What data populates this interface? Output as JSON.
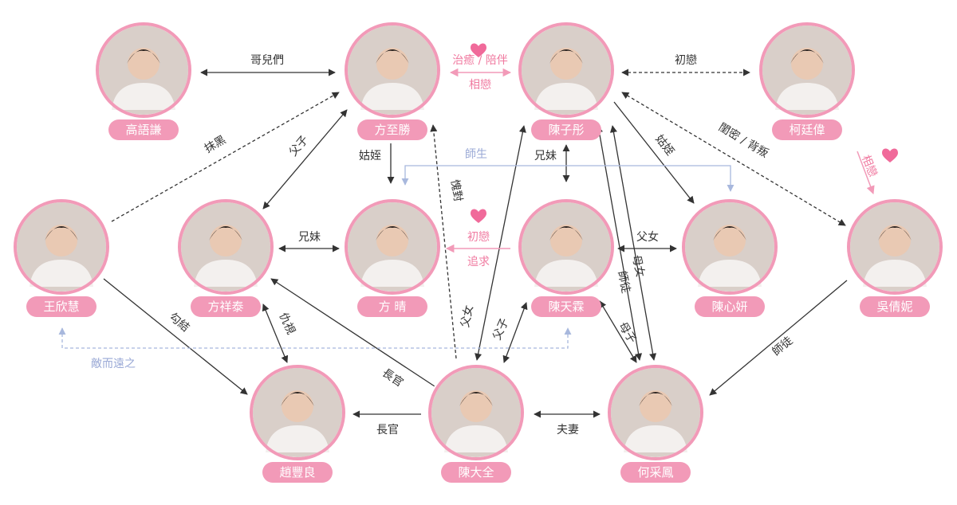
{
  "colors": {
    "pink": "#f29ab8",
    "heart": "#f06a9a",
    "line": "#333333",
    "blue_line": "#a8b8dd"
  },
  "characters": [
    {
      "id": "gao",
      "name": "高語謙"
    },
    {
      "id": "zhisheng",
      "name": "方至勝"
    },
    {
      "id": "zitong",
      "name": "陳子彤"
    },
    {
      "id": "tingwei",
      "name": "柯廷偉"
    },
    {
      "id": "xinhui",
      "name": "王欣慧"
    },
    {
      "id": "xiangtai",
      "name": "方祥泰"
    },
    {
      "id": "qing",
      "name": "方 晴"
    },
    {
      "id": "tianlin",
      "name": "陳天霖"
    },
    {
      "id": "xinyan",
      "name": "陳心妍"
    },
    {
      "id": "qianni",
      "name": "吳倩妮"
    },
    {
      "id": "fengliang",
      "name": "趙豐良"
    },
    {
      "id": "daquan",
      "name": "陳大全"
    },
    {
      "id": "caifeng",
      "name": "何采鳳"
    }
  ],
  "relations": {
    "gao_zhisheng": "哥兒們",
    "zhisheng_zitong_top": "治癒 / 陪伴",
    "zhisheng_zitong_bottom": "相戀",
    "zitong_tingwei": "初戀",
    "xinhui_zhisheng": "抹黑",
    "father_son": "父子",
    "aunt_nephew": "姑姪",
    "teacher_student": "師生",
    "siblings": "兄妹",
    "guilt": "愧對",
    "aunt_niece": "姑姪",
    "close_betray": "閨密 / 背叛",
    "tingwei_qianni": "相戀",
    "xiangtai_qing": "兄妹",
    "qing_tianlin_top": "初戀",
    "qing_tianlin_bottom": "追求",
    "tianlin_xinyan": "父女",
    "mother_daughter": "母女",
    "mentor_disciple": "師徒",
    "collude": "勾結",
    "hostile": "仇視",
    "father_daughter": "父女",
    "father_son2": "父子",
    "mother_son": "母子",
    "qianni_caifeng": "師徒",
    "enemy_friend": "敵而遠之",
    "superior1": "長官",
    "superior2": "長官",
    "spouses": "夫妻"
  }
}
